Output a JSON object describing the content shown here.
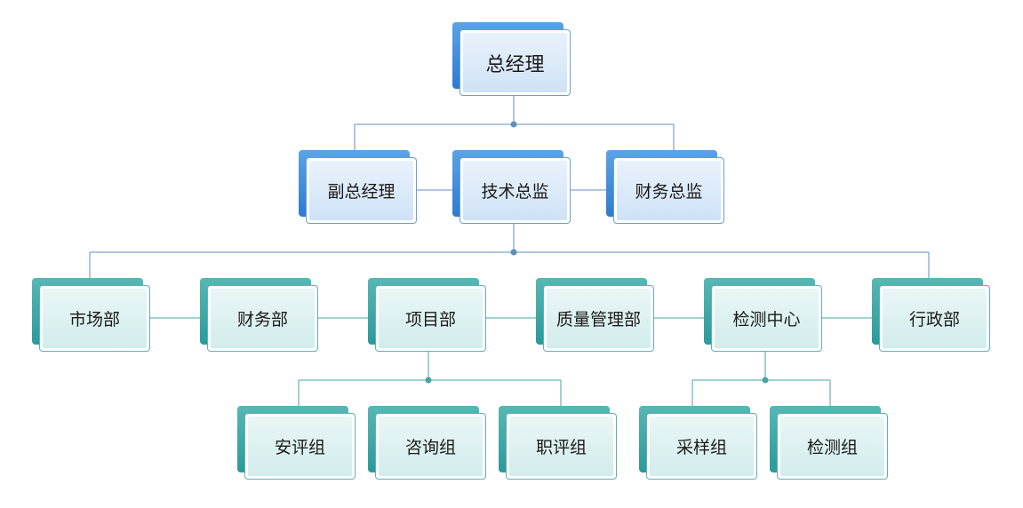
{
  "org": {
    "root": {
      "label": "总经理"
    },
    "level2": [
      {
        "label": "副总经理"
      },
      {
        "label": "技术总监"
      },
      {
        "label": "财务总监"
      }
    ],
    "departments": [
      {
        "label": "市场部"
      },
      {
        "label": "财务部"
      },
      {
        "label": "项目部"
      },
      {
        "label": "质量管理部"
      },
      {
        "label": "检测中心"
      },
      {
        "label": "行政部"
      }
    ],
    "project_groups": [
      {
        "label": "安评组"
      },
      {
        "label": "咨询组"
      },
      {
        "label": "职评组"
      }
    ],
    "testing_groups": [
      {
        "label": "采样组"
      },
      {
        "label": "检测组"
      }
    ]
  },
  "colors": {
    "blue_accent": "#2f7bd0",
    "teal_accent": "#2a9a9a",
    "blue_line": "#5d8fbd",
    "teal_line": "#4aa3a6"
  }
}
